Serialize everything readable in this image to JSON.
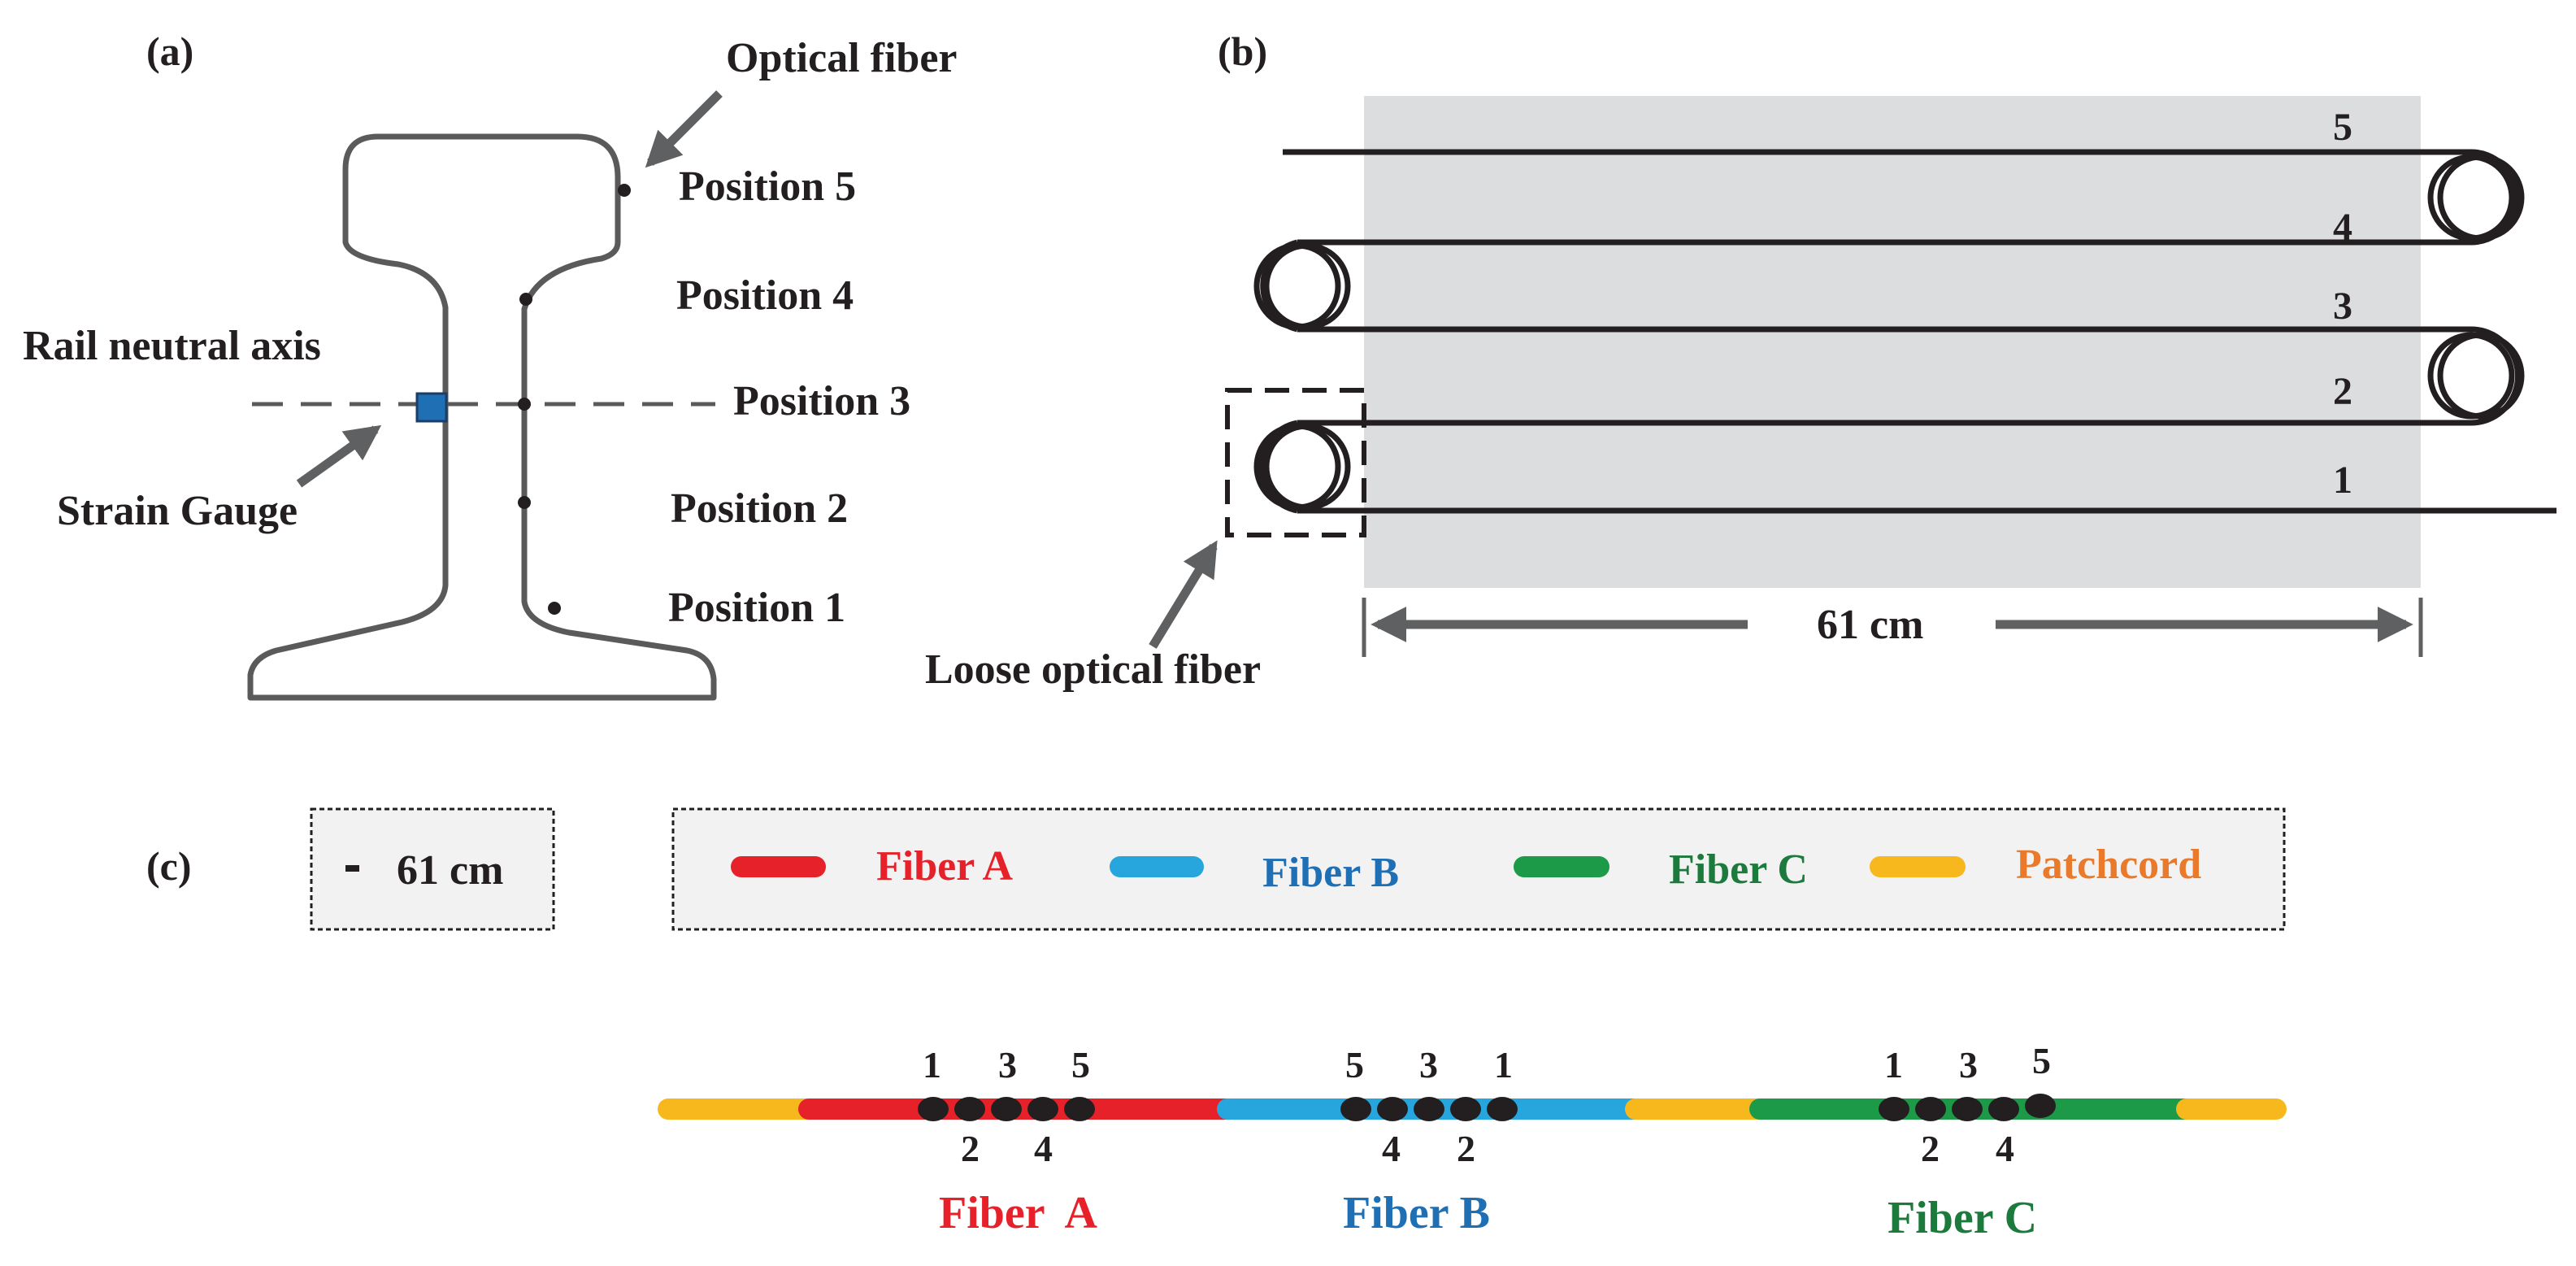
{
  "panel_a": {
    "tag": "(a)",
    "optical_fiber_label": "Optical fiber",
    "neutral_axis_label": "Rail neutral axis",
    "strain_gauge_label": "Strain Gauge",
    "positions": [
      "Position 1",
      "Position 2",
      "Position 3",
      "Position 4",
      "Position 5"
    ]
  },
  "panel_b": {
    "tag": "(b)",
    "line_numbers": [
      "1",
      "2",
      "3",
      "4",
      "5"
    ],
    "loose_fiber_label": "Loose optical fiber",
    "span_label": "61 cm"
  },
  "panel_c": {
    "tag": "(c)",
    "scale_label": "61 cm",
    "legend": [
      {
        "label": "Fiber A",
        "color": "#e7212a"
      },
      {
        "label": "Fiber B",
        "color": "#27a6de"
      },
      {
        "label": "Fiber C",
        "color": "#1c9a48"
      },
      {
        "label": "Patchcord",
        "color": "#f6b81d",
        "text_color": "#e9792b"
      }
    ],
    "fiber_a": {
      "top_numbers": [
        "1",
        "3",
        "5"
      ],
      "bottom_numbers": [
        "2",
        "4"
      ],
      "caption": "Fiber  A"
    },
    "fiber_b": {
      "top_numbers": [
        "5",
        "3",
        "1"
      ],
      "bottom_numbers": [
        "4",
        "2"
      ],
      "caption": "Fiber B"
    },
    "fiber_c": {
      "top_numbers": [
        "1",
        "3",
        "5"
      ],
      "bottom_numbers": [
        "2",
        "4"
      ],
      "caption": "Fiber C"
    }
  },
  "colors": {
    "rail_outline": "#5a5a5b",
    "strain_gauge": "#1f6fb5",
    "shaded_area": "#dcdddf",
    "arrow": "#5f6062",
    "ink": "#231f20"
  }
}
